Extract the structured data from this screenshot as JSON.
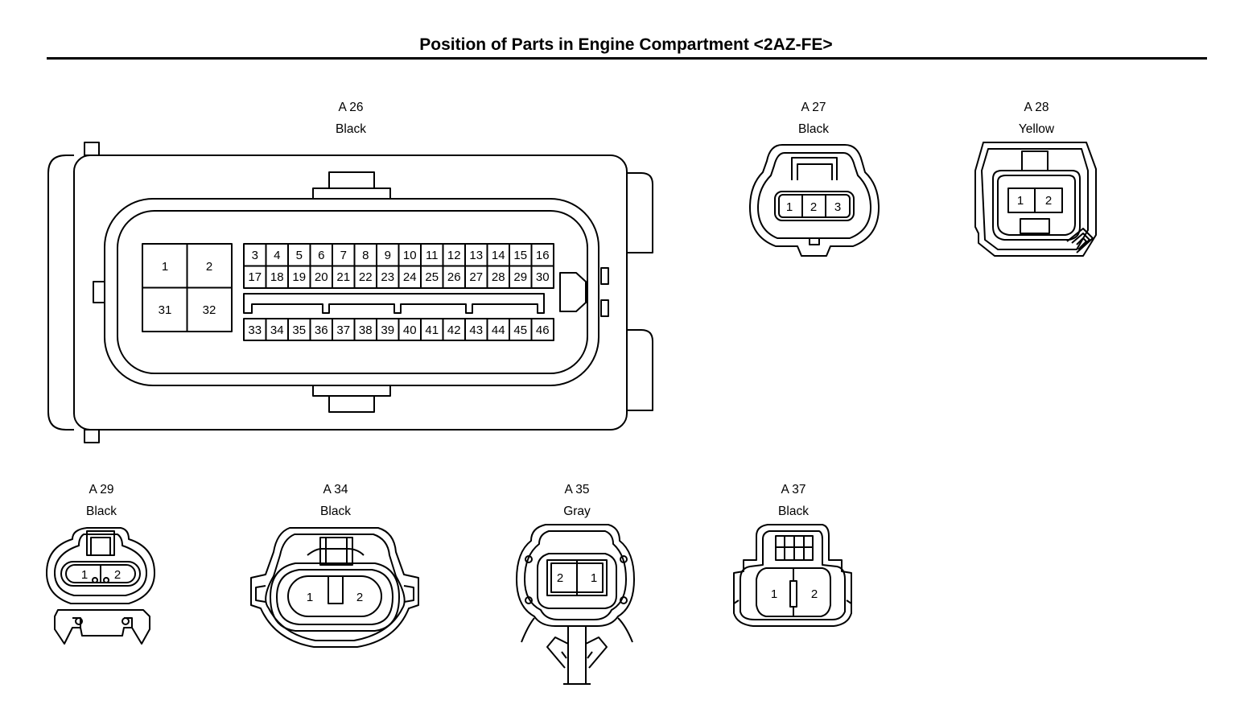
{
  "title": "Position of Parts in Engine Compartment <2AZ-FE>",
  "connectors": [
    {
      "id": "A 26",
      "color": "Black",
      "pins_block_a": [
        "1",
        "2",
        "31",
        "32"
      ],
      "pins_row_top": [
        "3",
        "4",
        "5",
        "6",
        "7",
        "8",
        "9",
        "10",
        "11",
        "12",
        "13",
        "14",
        "15",
        "16"
      ],
      "pins_row_mid": [
        "17",
        "18",
        "19",
        "20",
        "21",
        "22",
        "23",
        "24",
        "25",
        "26",
        "27",
        "28",
        "29",
        "30"
      ],
      "pins_row_bot": [
        "33",
        "34",
        "35",
        "36",
        "37",
        "38",
        "39",
        "40",
        "41",
        "42",
        "43",
        "44",
        "45",
        "46"
      ]
    },
    {
      "id": "A 27",
      "color": "Black",
      "pins": [
        "1",
        "2",
        "3"
      ]
    },
    {
      "id": "A 28",
      "color": "Yellow",
      "pins": [
        "1",
        "2"
      ]
    },
    {
      "id": "A 29",
      "color": "Black",
      "pins": [
        "1",
        "2"
      ]
    },
    {
      "id": "A 34",
      "color": "Black",
      "pins": [
        "1",
        "2"
      ]
    },
    {
      "id": "A 35",
      "color": "Gray",
      "pins": [
        "2",
        "1"
      ]
    },
    {
      "id": "A 37",
      "color": "Black",
      "pins": [
        "1",
        "2"
      ]
    }
  ]
}
